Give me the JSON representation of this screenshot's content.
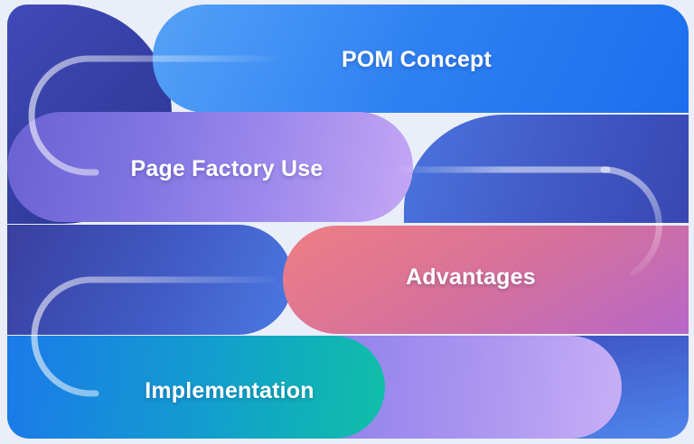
{
  "page": {
    "type": "presentation-cover-graphic",
    "background_color": "#e9eef8",
    "line_accent_color": "#ffffff",
    "line_accent_max_opacity": 0.55
  },
  "topics": [
    {
      "id": "pom-concept",
      "label": "POM Concept",
      "gradient": "linear-gradient(115deg, #55a1f7 0%, #2e80f2 50%, #1c6eee 100%)",
      "text_color": "#ffffff"
    },
    {
      "id": "page-factory-use",
      "label": "Page Factory Use",
      "gradient": "linear-gradient(100deg, #6a61d2 0%, #7e72e0 30%, #9b88ec 62%, #c4a7f5 100%)",
      "text_color": "#ffffff"
    },
    {
      "id": "advantages",
      "label": "Advantages",
      "gradient": "linear-gradient(150deg, #ec7d86 5%, #d6719b 50%, #b767c9 100%)",
      "text_color": "#ffffff"
    },
    {
      "id": "implementation",
      "label": "Implementation",
      "gradient": "linear-gradient(95deg, #1b7ae9 0%, #129fcd 55%, #0fbfa7 100%)",
      "text_color": "#ffffff"
    }
  ],
  "decor_shapes": [
    {
      "id": "indigo-blob-top-left",
      "gradient": "linear-gradient(135deg, #404ab9 0%, #2c3792 90%)"
    },
    {
      "id": "indigo-panel-mid-right",
      "gradient": "linear-gradient(105deg, #4b74de 0%, #4159c6 55%, #3946b2 100%)"
    },
    {
      "id": "royal-panel-mid-left",
      "gradient": "linear-gradient(115deg, #393f9e 0%, #415bc6 55%, #4b79e2 100%)"
    },
    {
      "id": "blue-panel-bottom-right",
      "gradient": "linear-gradient(170deg, #3c51c0 0%, #4a78e2 75%, #4f86ec 100%)"
    },
    {
      "id": "lavender-pill-bottom",
      "gradient": "linear-gradient(95deg, #8478e8 0%, #a994f0 60%, #c7aff6 100%)"
    }
  ]
}
